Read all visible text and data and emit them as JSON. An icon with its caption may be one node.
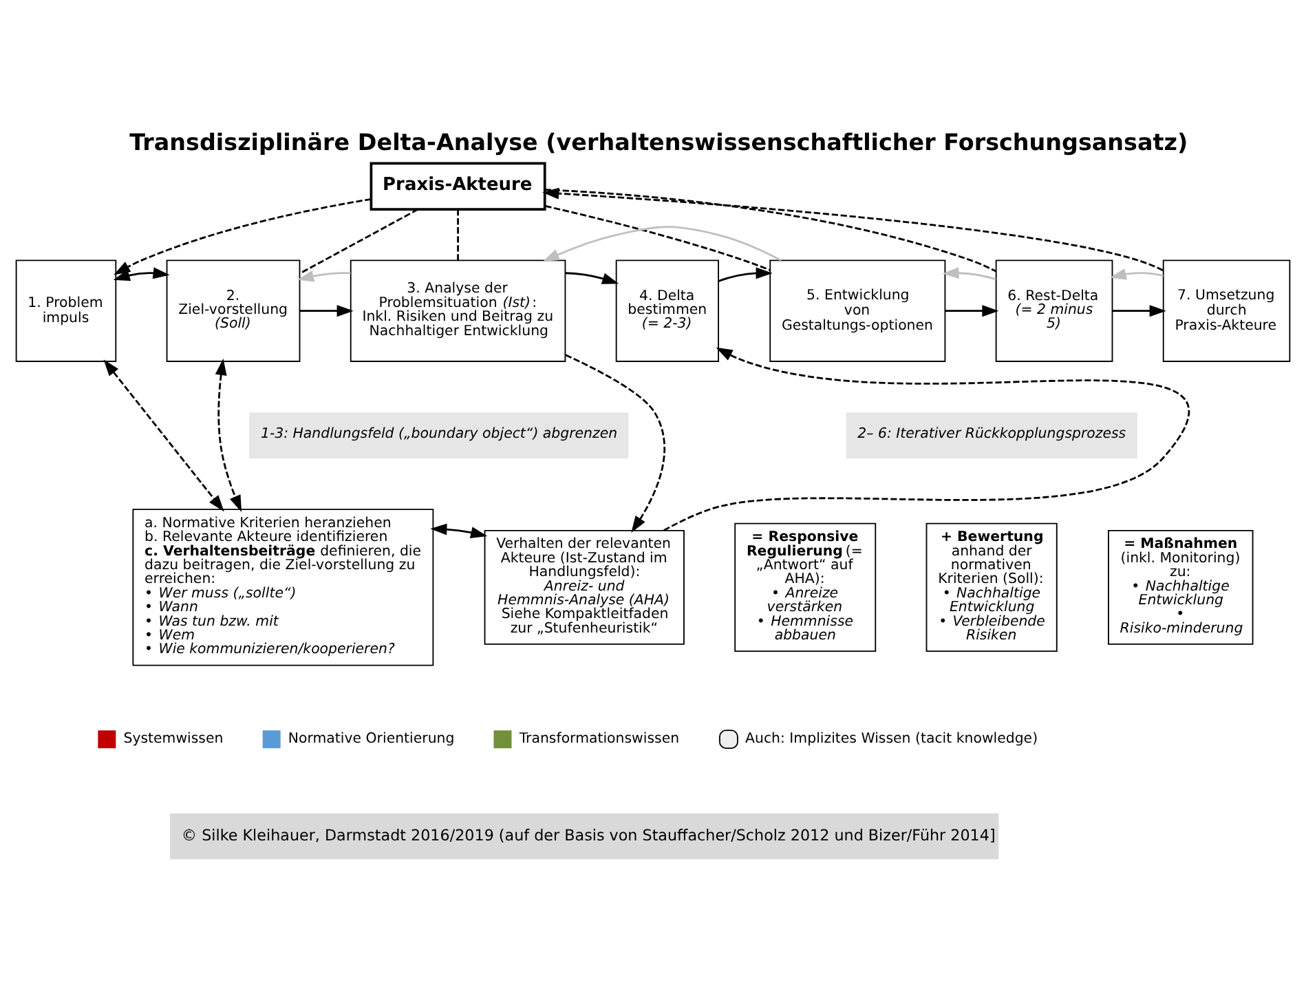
{
  "diagram": {
    "title": "Transdisziplinäre Delta-Analyse (verhaltenswissenschaftlicher Forschungsansatz)",
    "caption": "© Silke Kleihauer, Darmstadt 2016/2019 (auf der Basis von Stauffacher/Scholz 2012 und Bizer/Führ 2014]",
    "nodes": [
      {
        "text": [
          "**Praxis-Akteure**"
        ]
      },
      {
        "text": [
          "1. Problem impuls"
        ]
      },
      {
        "text": [
          "2. Ziel-vorstellung *(Soll)*"
        ]
      },
      {
        "text": [
          "3. Analyse der Problemsituation *(Ist)*:",
          "Inkl. Risiken und Beitrag zu Nachhaltiger Entwicklung"
        ]
      },
      {
        "text": [
          "4. Delta bestimmen *(= 2-3)*"
        ]
      },
      {
        "text": [
          "5. Entwicklung von Gestaltungs-optionen"
        ]
      },
      {
        "text": [
          "6. Rest-Delta *(= 2 minus 5)*"
        ]
      },
      {
        "text": [
          "7. Umsetzung durch Praxis-Akteure"
        ]
      },
      {
        "text": [
          "a. Normative Kriterien heranziehen",
          "b. Relevante Akteure identifizieren",
          "**c. Verhaltensbeiträge** definieren, die dazu beitragen, die Ziel-vorstellung zu erreichen:",
          "• *Wer muss („sollte“)*",
          "• *Wann*",
          "• *Was tun bzw. mit*",
          "• *Wem*",
          "• *Wie kommunizieren/kooperieren?*"
        ]
      },
      {
        "text": [
          "Verhalten der relevanten Akteure (Ist-Zustand im Handlungsfeld):",
          "*Anreiz- und Hemmnis-Analyse (AHA)*",
          "Siehe Kompaktleitfaden zur „Stufenheuristik“"
        ]
      },
      {
        "text": [
          "**= Responsive Regulierung** (= „Antwort“ auf AHA):",
          "• *Anreize verstärken*",
          "• *Hemmnisse abbauen*"
        ]
      },
      {
        "text": [
          "**+ Bewertung** anhand der normativen Kriterien (Soll):",
          "• *Nachhaltige Entwicklung*",
          "• *Verbleibende Risiken*"
        ]
      },
      {
        "text": [
          "**= Maßnahmen** (inkl. Monitoring) zu:",
          "• *Nachhaltige Entwicklung*",
          "• *Risiko-minderung*"
        ]
      },
      {
        "text": [
          "*1-3: Handlungsfeld („boundary object“) abgrenzen*"
        ]
      },
      {
        "text": [
          "*2– 6: Iterativer Rückkopplungsprozess*"
        ]
      }
    ],
    "edges": [
      {
        "from": 0,
        "to": 1,
        "arrow": "to",
        "style": "dashed"
      },
      {
        "from": 7,
        "to": 0,
        "arrow": "to",
        "style": "dashed"
      },
      {
        "from": 0,
        "to": 2,
        "arrow": "none",
        "style": "dashed"
      },
      {
        "from": 0,
        "to": 3,
        "arrow": "none",
        "style": "dashed"
      },
      {
        "from": 0,
        "to": 5,
        "arrow": "none",
        "style": "dashed"
      },
      {
        "from": 0,
        "to": 6,
        "arrow": "none",
        "style": "dashed"
      },
      {
        "from": 1,
        "to": 2,
        "arrow": "both"
      },
      {
        "from": 2,
        "to": 3,
        "arrow": "to"
      },
      {
        "from": 3,
        "to": 4,
        "arrow": "to"
      },
      {
        "from": 4,
        "to": 5,
        "arrow": "to"
      },
      {
        "from": 5,
        "to": 6,
        "arrow": "to"
      },
      {
        "from": 6,
        "to": 7,
        "arrow": "to"
      },
      {
        "from": 3,
        "to": 2,
        "arrow": "to",
        "color": "#bfbfbf"
      },
      {
        "from": 5,
        "to": 3,
        "arrow": "to",
        "color": "#bfbfbf"
      },
      {
        "from": 6,
        "to": 5,
        "arrow": "to",
        "color": "#bfbfbf"
      },
      {
        "from": 7,
        "to": 6,
        "arrow": "to",
        "color": "#bfbfbf"
      },
      {
        "from": 1,
        "to": 8,
        "arrow": "both",
        "style": "dashed"
      },
      {
        "from": 2,
        "to": 8,
        "arrow": "both",
        "style": "dashed"
      },
      {
        "from": 3,
        "to": 9,
        "arrow": "to",
        "style": "dashed"
      },
      {
        "from": 8,
        "to": 9,
        "arrow": "both"
      },
      {
        "from": 9,
        "to": 4,
        "arrow": "to",
        "style": "dashed"
      }
    ],
    "legend": [
      {
        "text": "Systemwissen",
        "color": "#c00000"
      },
      {
        "text": "Normative Orientierung",
        "color": "#5b9bd5"
      },
      {
        "text": "Transformationswissen",
        "color": "#70913a"
      },
      {
        "text": "Auch: Implizites Wissen (tacit knowledge)"
      }
    ]
  }
}
